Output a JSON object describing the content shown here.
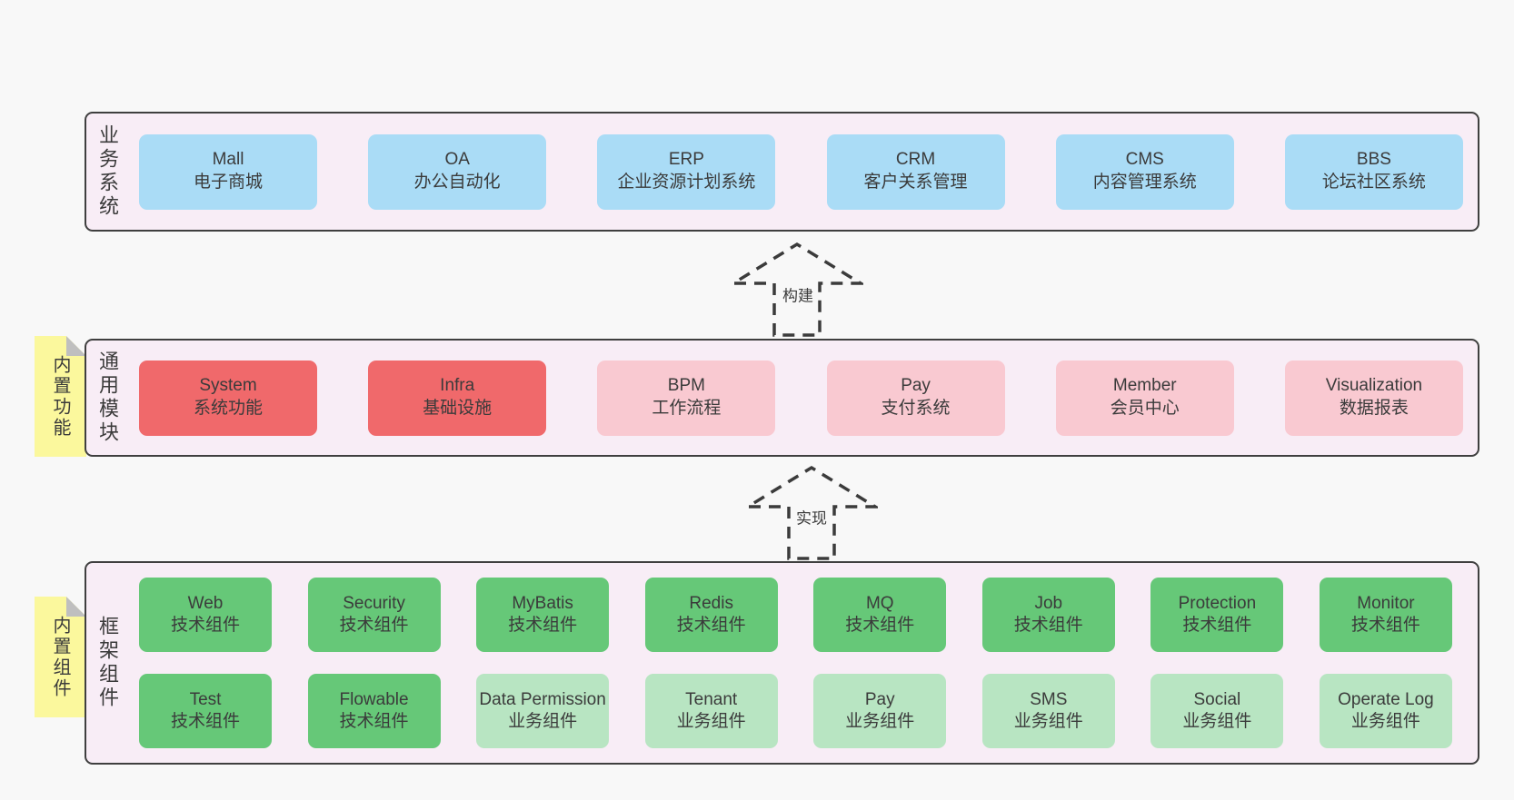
{
  "diagram": {
    "background": "#f8f8f8",
    "colors": {
      "band_background": "#f8edf6",
      "band_border": "#3f3f3f",
      "blue": "#aadcf6",
      "red": "#f0696b",
      "pink": "#f9c9d1",
      "green": "#66c878",
      "green_light": "#b8e5c2",
      "sticky_yellow": "#fbf89d",
      "sticky_fold": "#bfbfbf",
      "text": "#3b3b3b"
    }
  },
  "bands": {
    "business": {
      "label": "业务系统",
      "boxes": [
        {
          "en": "Mall",
          "zh": "电子商城"
        },
        {
          "en": "OA",
          "zh": "办公自动化"
        },
        {
          "en": "ERP",
          "zh": "企业资源计划系统"
        },
        {
          "en": "CRM",
          "zh": "客户关系管理"
        },
        {
          "en": "CMS",
          "zh": "内容管理系统"
        },
        {
          "en": "BBS",
          "zh": "论坛社区系统"
        }
      ]
    },
    "modules": {
      "label": "通用模块",
      "sticky": "内置功能",
      "boxes": [
        {
          "en": "System",
          "zh": "系统功能"
        },
        {
          "en": "Infra",
          "zh": "基础设施"
        },
        {
          "en": "BPM",
          "zh": "工作流程"
        },
        {
          "en": "Pay",
          "zh": "支付系统"
        },
        {
          "en": "Member",
          "zh": "会员中心"
        },
        {
          "en": "Visualization",
          "zh": "数据报表"
        }
      ]
    },
    "components": {
      "label": "框架组件",
      "sticky": "内置组件",
      "row1": [
        {
          "en": "Web",
          "zh": "技术组件"
        },
        {
          "en": "Security",
          "zh": "技术组件"
        },
        {
          "en": "MyBatis",
          "zh": "技术组件"
        },
        {
          "en": "Redis",
          "zh": "技术组件"
        },
        {
          "en": "MQ",
          "zh": "技术组件"
        },
        {
          "en": "Job",
          "zh": "技术组件"
        },
        {
          "en": "Protection",
          "zh": "技术组件"
        },
        {
          "en": "Monitor",
          "zh": "技术组件"
        }
      ],
      "row2": [
        {
          "en": "Test",
          "zh": "技术组件"
        },
        {
          "en": "Flowable",
          "zh": "技术组件"
        },
        {
          "en": "Data Permission",
          "zh": "业务组件"
        },
        {
          "en": "Tenant",
          "zh": "业务组件"
        },
        {
          "en": "Pay",
          "zh": "业务组件"
        },
        {
          "en": "SMS",
          "zh": "业务组件"
        },
        {
          "en": "Social",
          "zh": "业务组件"
        },
        {
          "en": "Operate Log",
          "zh": "业务组件"
        }
      ]
    }
  },
  "arrows": {
    "build": "构建",
    "implement": "实现"
  }
}
